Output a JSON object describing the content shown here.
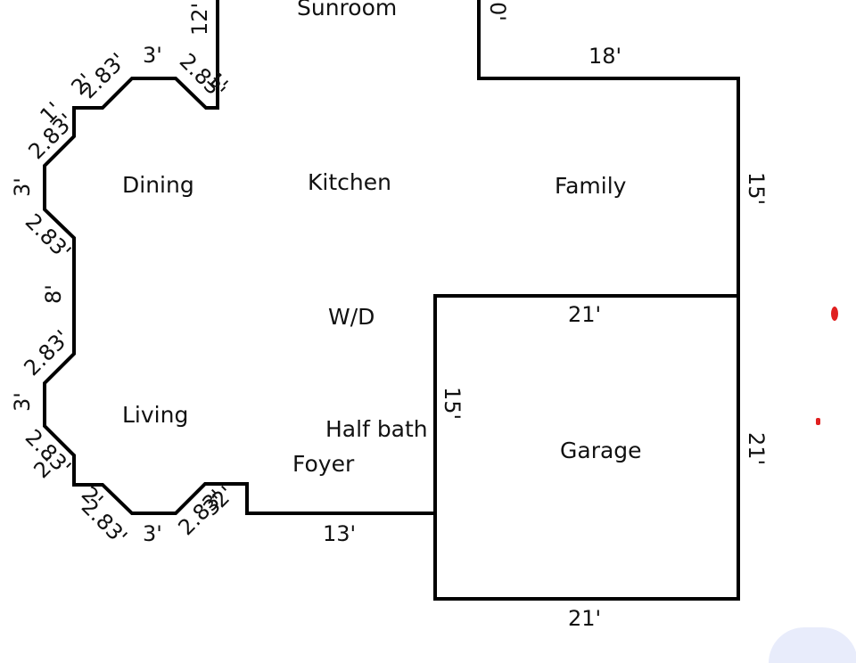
{
  "rooms": {
    "sunroom": "Sunroom",
    "dining": "Dining",
    "kitchen": "Kitchen",
    "family": "Family",
    "wd": "W/D",
    "living": "Living",
    "half_bath": "Half bath",
    "foyer": "Foyer",
    "garage": "Garage"
  },
  "dimensions": {
    "sunroom_left": "12'",
    "sunroom_right": "0'",
    "family_top": "18'",
    "family_right": "15'",
    "garage_top": "21'",
    "garage_left": "15'",
    "garage_right": "21'",
    "garage_bottom": "21'",
    "foyer_bottom": "13'",
    "dining_bay_top": "3'",
    "dining_bay_top_left_diag": "2.83'",
    "dining_bay_top_left_short": "2'",
    "dining_bay_top_right_diag": "2.83'",
    "dining_bay_top_right_short": "1'",
    "dining_bay_left_upper_diag": "2.83'",
    "dining_bay_left_upper_short": "1'",
    "dining_bay_left": "3'",
    "dining_bay_left_lower_diag": "2.83'",
    "west_wall": "8'",
    "living_bay_left_upper_diag": "2.83'",
    "living_bay_left": "3'",
    "living_bay_left_lower_diag": "2.83'",
    "living_bay_left_short": "2'",
    "living_bay_bottom_left_short": "2'",
    "living_bay_bottom_left_diag": "2.83'",
    "living_bay_bottom": "3'",
    "living_bay_bottom_right_diag": "2.83'",
    "living_bay_bottom_right_short_a": "3'",
    "living_bay_bottom_right_short_b": "2'"
  },
  "colors": {
    "wall": "#000000",
    "marker": "#e02020",
    "corner_blob": "#e8ecfb"
  }
}
